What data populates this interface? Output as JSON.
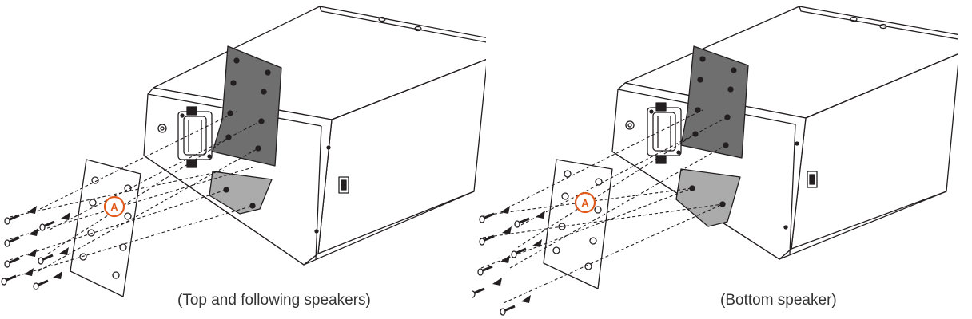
{
  "figures": [
    {
      "caption": "(Top and following speakers)",
      "callout": "A"
    },
    {
      "caption": "(Bottom speaker)",
      "callout": "A"
    }
  ],
  "colors": {
    "callout": "#e05a1c",
    "bracket_top": "#6f6f6f",
    "bracket_bottom": "#ababab",
    "line": "#231f20"
  },
  "icons": [
    "screw-icon",
    "arrow-icon",
    "speaker-cabinet",
    "handle-icon",
    "callout-marker"
  ]
}
